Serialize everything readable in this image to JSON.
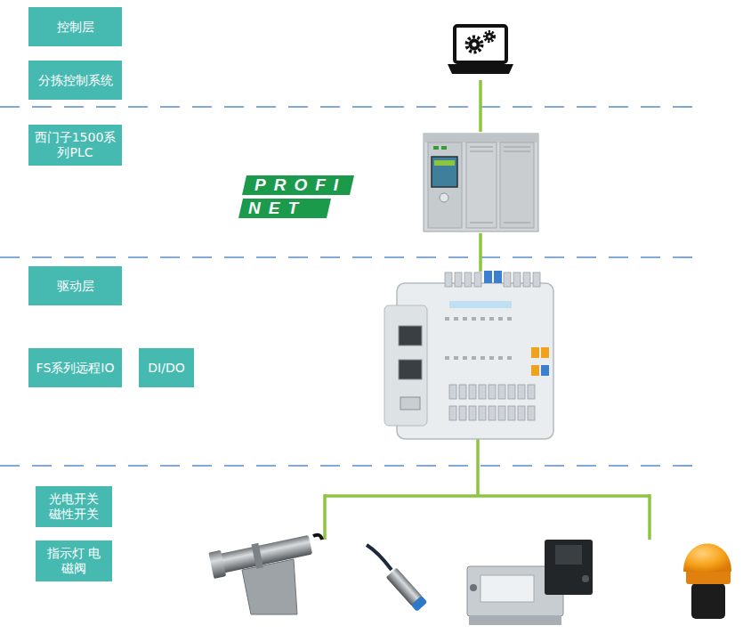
{
  "diagram": {
    "nodes": [
      {
        "text": [
          "控制层"
        ]
      },
      {
        "text": [
          "分拣控制系统"
        ]
      },
      {
        "text": [
          "西门子1500系列PLC"
        ]
      },
      {
        "text": [
          "驱动层"
        ]
      },
      {
        "text": [
          "FS系列远程IO"
        ]
      },
      {
        "text": [
          "DI/DO"
        ]
      },
      {
        "text": [
          "光电开关 磁性开关"
        ]
      },
      {
        "text": [
          "指示灯 电磁阀"
        ]
      }
    ],
    "labels": [
      "PROFI",
      "NET"
    ]
  }
}
